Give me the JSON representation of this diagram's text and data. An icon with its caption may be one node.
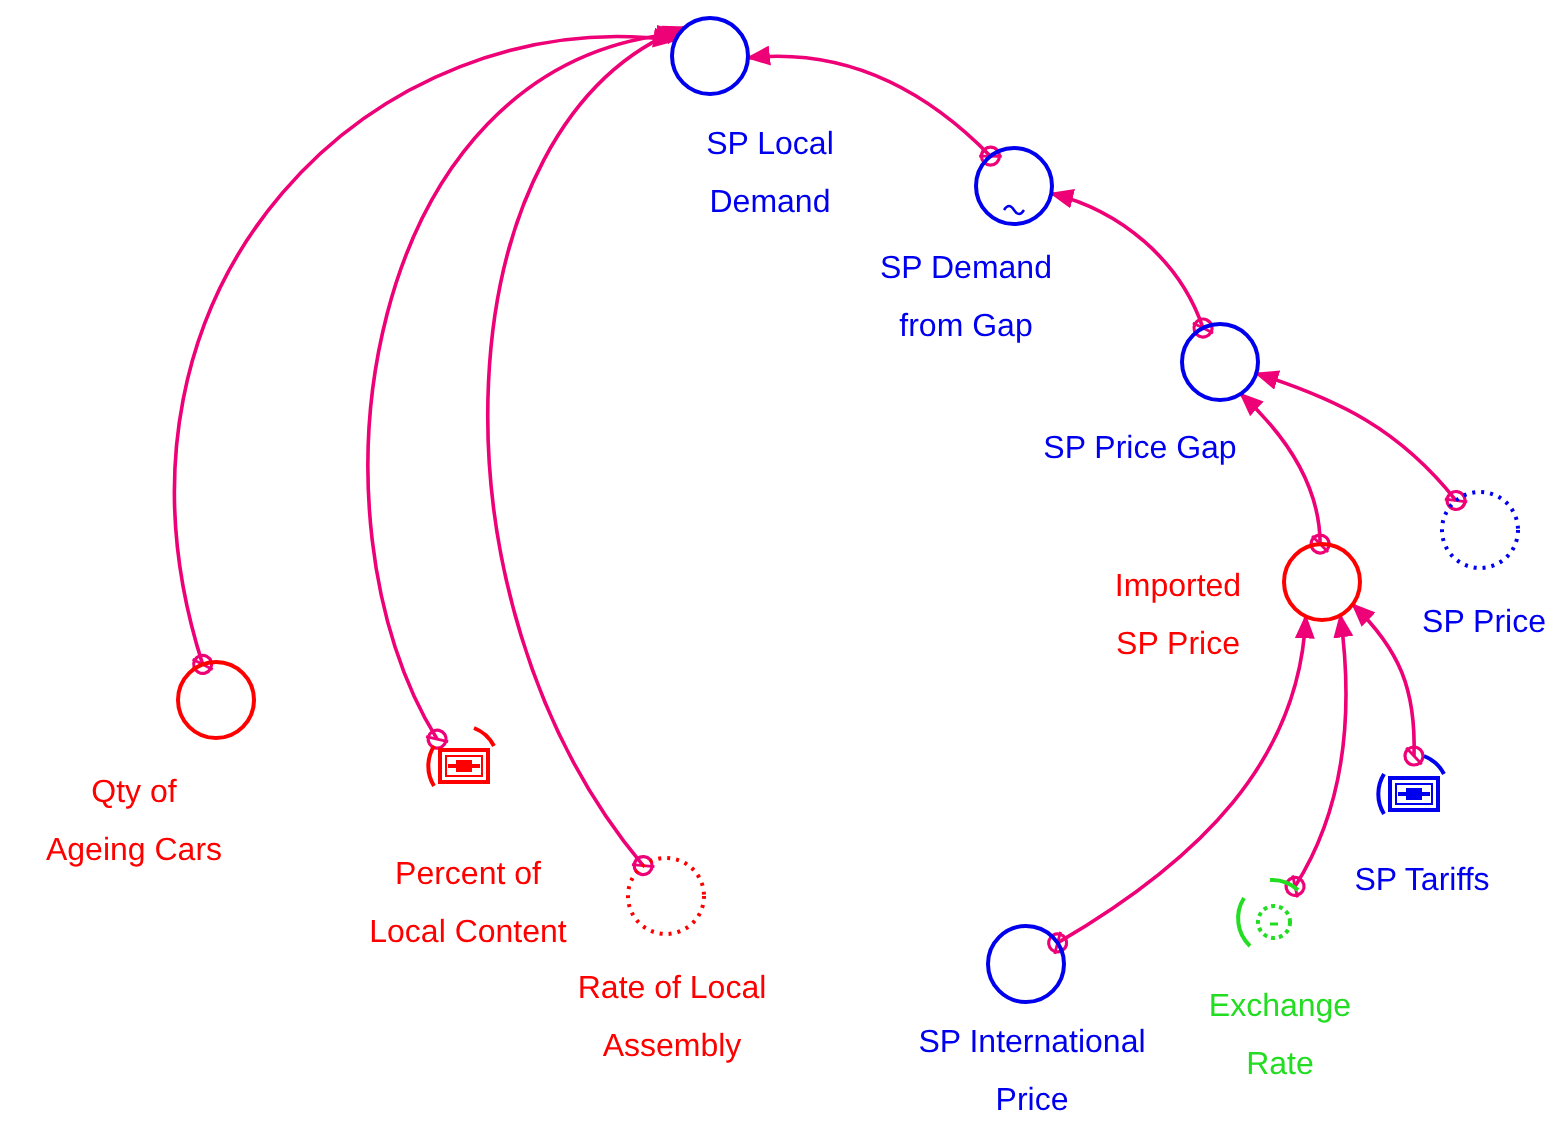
{
  "diagram": {
    "nodes": [
      {
        "text": [
          "SP Local Demand"
        ]
      },
      {
        "text": [
          "SP Demand from Gap"
        ]
      },
      {
        "text": [
          "SP Price Gap"
        ]
      },
      {
        "text": [
          "SP Price"
        ]
      },
      {
        "text": [
          "Imported SP Price"
        ]
      },
      {
        "text": [
          "Qty of Ageing Cars"
        ]
      },
      {
        "text": [
          "Percent of Local Content"
        ]
      },
      {
        "text": [
          "Rate of Local Assembly"
        ]
      },
      {
        "text": [
          "SP Tariffs"
        ]
      },
      {
        "text": [
          "Exchange Rate"
        ]
      },
      {
        "text": [
          "SP International Price"
        ]
      }
    ],
    "edges": [
      {
        "from": 5,
        "to": 0,
        "arrow": "to"
      },
      {
        "from": 6,
        "to": 0,
        "arrow": "to"
      },
      {
        "from": 7,
        "to": 0,
        "arrow": "to"
      },
      {
        "from": 1,
        "to": 0,
        "arrow": "to"
      },
      {
        "from": 2,
        "to": 1,
        "arrow": "to"
      },
      {
        "from": 3,
        "to": 2,
        "arrow": "to"
      },
      {
        "from": 4,
        "to": 2,
        "arrow": "to"
      },
      {
        "from": 10,
        "to": 4,
        "arrow": "to"
      },
      {
        "from": 9,
        "to": 4,
        "arrow": "to"
      },
      {
        "from": 8,
        "to": 4,
        "arrow": "to"
      }
    ]
  }
}
